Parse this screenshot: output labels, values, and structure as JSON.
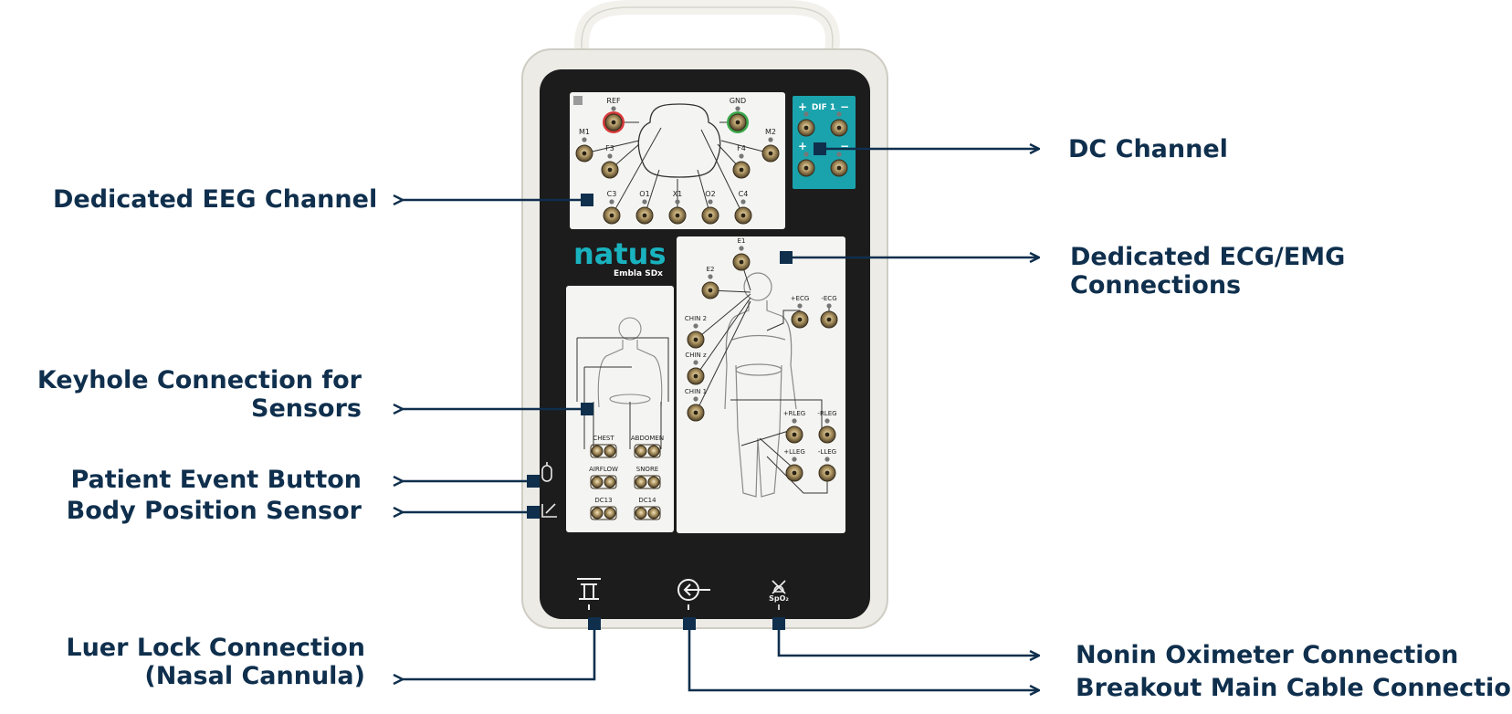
{
  "device": {
    "brand": "natus",
    "model": "Embla SDx",
    "eeg_labels": [
      "REF",
      "GND",
      "M1",
      "M2",
      "F3",
      "F4",
      "C3",
      "O1",
      "X1",
      "O2",
      "C4"
    ],
    "dc_panel": {
      "title": "DIF 1",
      "plus": "+",
      "minus": "−"
    },
    "ecg_labels": [
      "E1",
      "E2",
      "+ECG",
      "-ECG",
      "CHIN 2",
      "CHIN z",
      "CHIN 1",
      "+RLEG",
      "-RLEG",
      "+LLEG",
      "-LLEG"
    ],
    "sensor_labels": [
      "CHEST",
      "ABDOMEN",
      "AIRFLOW",
      "SNORE",
      "DC13",
      "DC14"
    ],
    "spo2_label": "SpO₂"
  },
  "callouts": {
    "dedicated_eeg": [
      "Dedicated EEG Channel"
    ],
    "dc_channel": [
      "DC Channel"
    ],
    "ecg_emg": [
      "Dedicated ECG/EMG",
      "Connections"
    ],
    "keyhole": [
      "Keyhole Connection for",
      "Sensors"
    ],
    "patient_event": [
      "Patient Event Button"
    ],
    "body_position": [
      "Body Position Sensor"
    ],
    "luer_lock": [
      "Luer Lock Connection",
      "(Nasal Cannula)"
    ],
    "nonin": [
      "Nonin Oximeter Connection"
    ],
    "breakout": [
      "Breakout Main Cable Connection"
    ]
  },
  "colors": {
    "callout_text": "#0f2f4d",
    "leader_line": "#0f2f4d",
    "device_frame": "#ecebe6",
    "device_panel": "#1c1c1c",
    "dc_panel": "#1aa3ad",
    "ref_ring": "#d63a3a",
    "gnd_ring": "#3aa64a",
    "brand": "#19b3bf"
  }
}
